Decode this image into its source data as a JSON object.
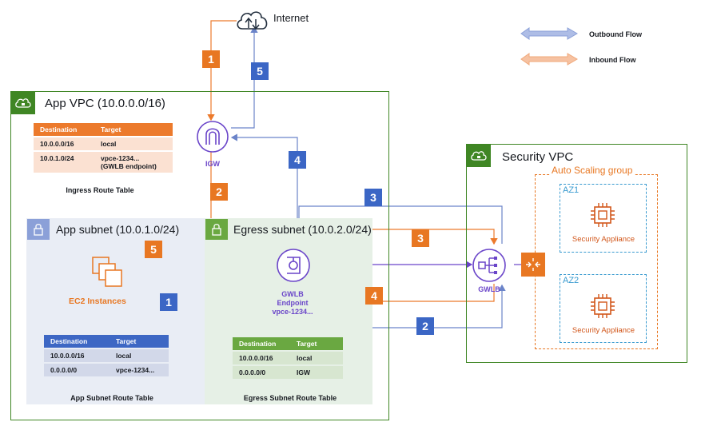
{
  "internet": {
    "label": "Internet"
  },
  "legend": {
    "outbound": "Outbound Flow",
    "inbound": "Inbound Flow"
  },
  "app_vpc": {
    "title": "App VPC (10.0.0.0/16)"
  },
  "security_vpc": {
    "title": "Security VPC"
  },
  "auto_scaling": {
    "title": "Auto Scaling group"
  },
  "az1": {
    "label": "AZ1",
    "appliance": "Security Appliance"
  },
  "az2": {
    "label": "AZ2",
    "appliance": "Security Appliance"
  },
  "app_subnet": {
    "title": "App subnet (10.0.1.0/24)"
  },
  "egress_subnet": {
    "title": "Egress subnet (10.0.2.0/24)"
  },
  "igw": {
    "label": "IGW"
  },
  "gwlb": {
    "label": "GWLB"
  },
  "gwlb_endpoint": {
    "line1": "GWLB",
    "line2": "Endpoint",
    "line3": "vpce-1234..."
  },
  "ec2": {
    "label": "EC2 Instances"
  },
  "ingress_table": {
    "title": "Ingress Route Table",
    "headers": [
      "Destination",
      "Target"
    ],
    "rows": [
      [
        "10.0.0.0/16",
        "local"
      ],
      [
        "10.0.1.0/24",
        "vpce-1234...",
        "(GWLB endpoint)"
      ]
    ]
  },
  "app_table": {
    "title": "App Subnet Route Table",
    "headers": [
      "Destination",
      "Target"
    ],
    "rows": [
      [
        "10.0.0.0/16",
        "local"
      ],
      [
        "0.0.0.0/0",
        "vpce-1234..."
      ]
    ]
  },
  "egress_table": {
    "title": "Egress Subnet Route Table",
    "headers": [
      "Destination",
      "Target"
    ],
    "rows": [
      [
        "10.0.0.0/16",
        "local"
      ],
      [
        "0.0.0.0/0",
        "IGW"
      ]
    ]
  },
  "steps": {
    "o1": "1",
    "o2": "2",
    "o3": "3",
    "o4": "4",
    "o5": "5",
    "b1": "1",
    "b2": "2",
    "b3": "3",
    "b4": "4",
    "b5": "5"
  },
  "colors": {
    "inbound": "#ec7a2c",
    "outbound": "#6b84c9",
    "vpc_border": "#3f8624",
    "gwlb": "#6a45c9",
    "appliance": "#d2571b"
  }
}
